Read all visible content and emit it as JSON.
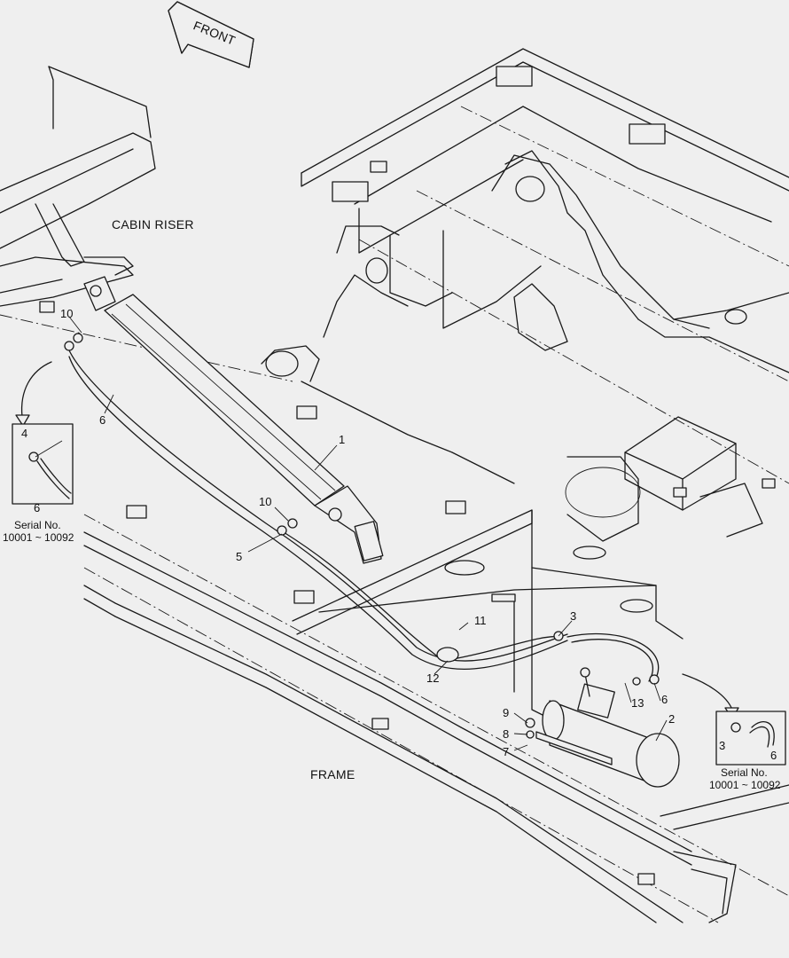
{
  "direction_arrow": {
    "label": "FRONT"
  },
  "assembly_labels": {
    "cabin_riser": "CABIN RISER",
    "frame": "FRAME"
  },
  "callouts": {
    "c1": "1",
    "c2": "2",
    "c3": "3",
    "c5": "5",
    "c6": "6",
    "c7": "7",
    "c8": "8",
    "c9": "9",
    "c10a": "10",
    "c10b": "10",
    "c11": "11",
    "c12": "12",
    "c13": "13",
    "c6b": "6"
  },
  "inset_left": {
    "part_a": "4",
    "part_b": "6",
    "serial_line1": "Serial No.",
    "serial_line2": "10001 ~ 10092"
  },
  "inset_right": {
    "part_a": "3",
    "part_b": "6",
    "serial_line1": "Serial No.",
    "serial_line2": "10001 ~ 10092"
  }
}
